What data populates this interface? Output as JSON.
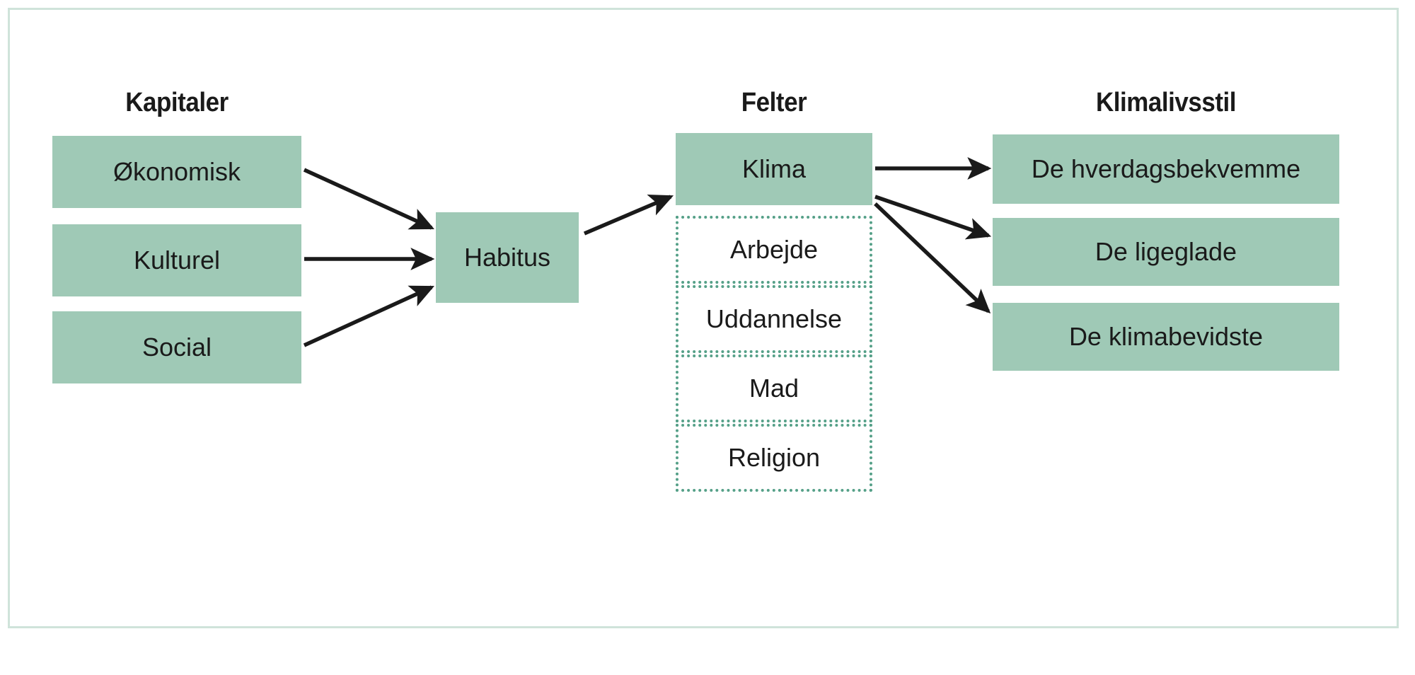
{
  "figure": {
    "background_color": "#ffffff",
    "frame_color": "#cfe3da",
    "node_fill": "#9fc9b6",
    "dotted_border_color": "#55a088",
    "arrow_color": "#1a1a1a",
    "text_color": "#1a1a1a"
  },
  "columns": [
    {
      "id": "kapitaler",
      "title": "Kapitaler",
      "nodes": [
        {
          "id": "oekonomisk",
          "label": "Økonomisk",
          "style": "filled"
        },
        {
          "id": "kulturel",
          "label": "Kulturel",
          "style": "filled"
        },
        {
          "id": "social",
          "label": "Social",
          "style": "filled"
        }
      ]
    },
    {
      "id": "habitus",
      "title": "",
      "nodes": [
        {
          "id": "habitus",
          "label": "Habitus",
          "style": "filled"
        }
      ]
    },
    {
      "id": "felter",
      "title": "Felter",
      "nodes": [
        {
          "id": "klima",
          "label": "Klima",
          "style": "filled"
        },
        {
          "id": "arbejde",
          "label": "Arbejde",
          "style": "dotted"
        },
        {
          "id": "uddannelse",
          "label": "Uddannelse",
          "style": "dotted"
        },
        {
          "id": "mad",
          "label": "Mad",
          "style": "dotted"
        },
        {
          "id": "religion",
          "label": "Religion",
          "style": "dotted"
        }
      ]
    },
    {
      "id": "klimalivsstil",
      "title": "Klimalivsstil",
      "nodes": [
        {
          "id": "hverdagsbekvemme",
          "label": "De hverdagsbekvemme",
          "style": "filled"
        },
        {
          "id": "ligeglade",
          "label": "De ligeglade",
          "style": "filled"
        },
        {
          "id": "klimabevidste",
          "label": "De klimabevidste",
          "style": "filled"
        }
      ]
    }
  ],
  "arrows": [
    {
      "from": "oekonomisk",
      "to": "habitus"
    },
    {
      "from": "kulturel",
      "to": "habitus"
    },
    {
      "from": "social",
      "to": "habitus"
    },
    {
      "from": "habitus",
      "to": "klima"
    },
    {
      "from": "klima",
      "to": "hverdagsbekvemme"
    },
    {
      "from": "klima",
      "to": "ligeglade"
    },
    {
      "from": "klima",
      "to": "klimabevidste"
    }
  ]
}
